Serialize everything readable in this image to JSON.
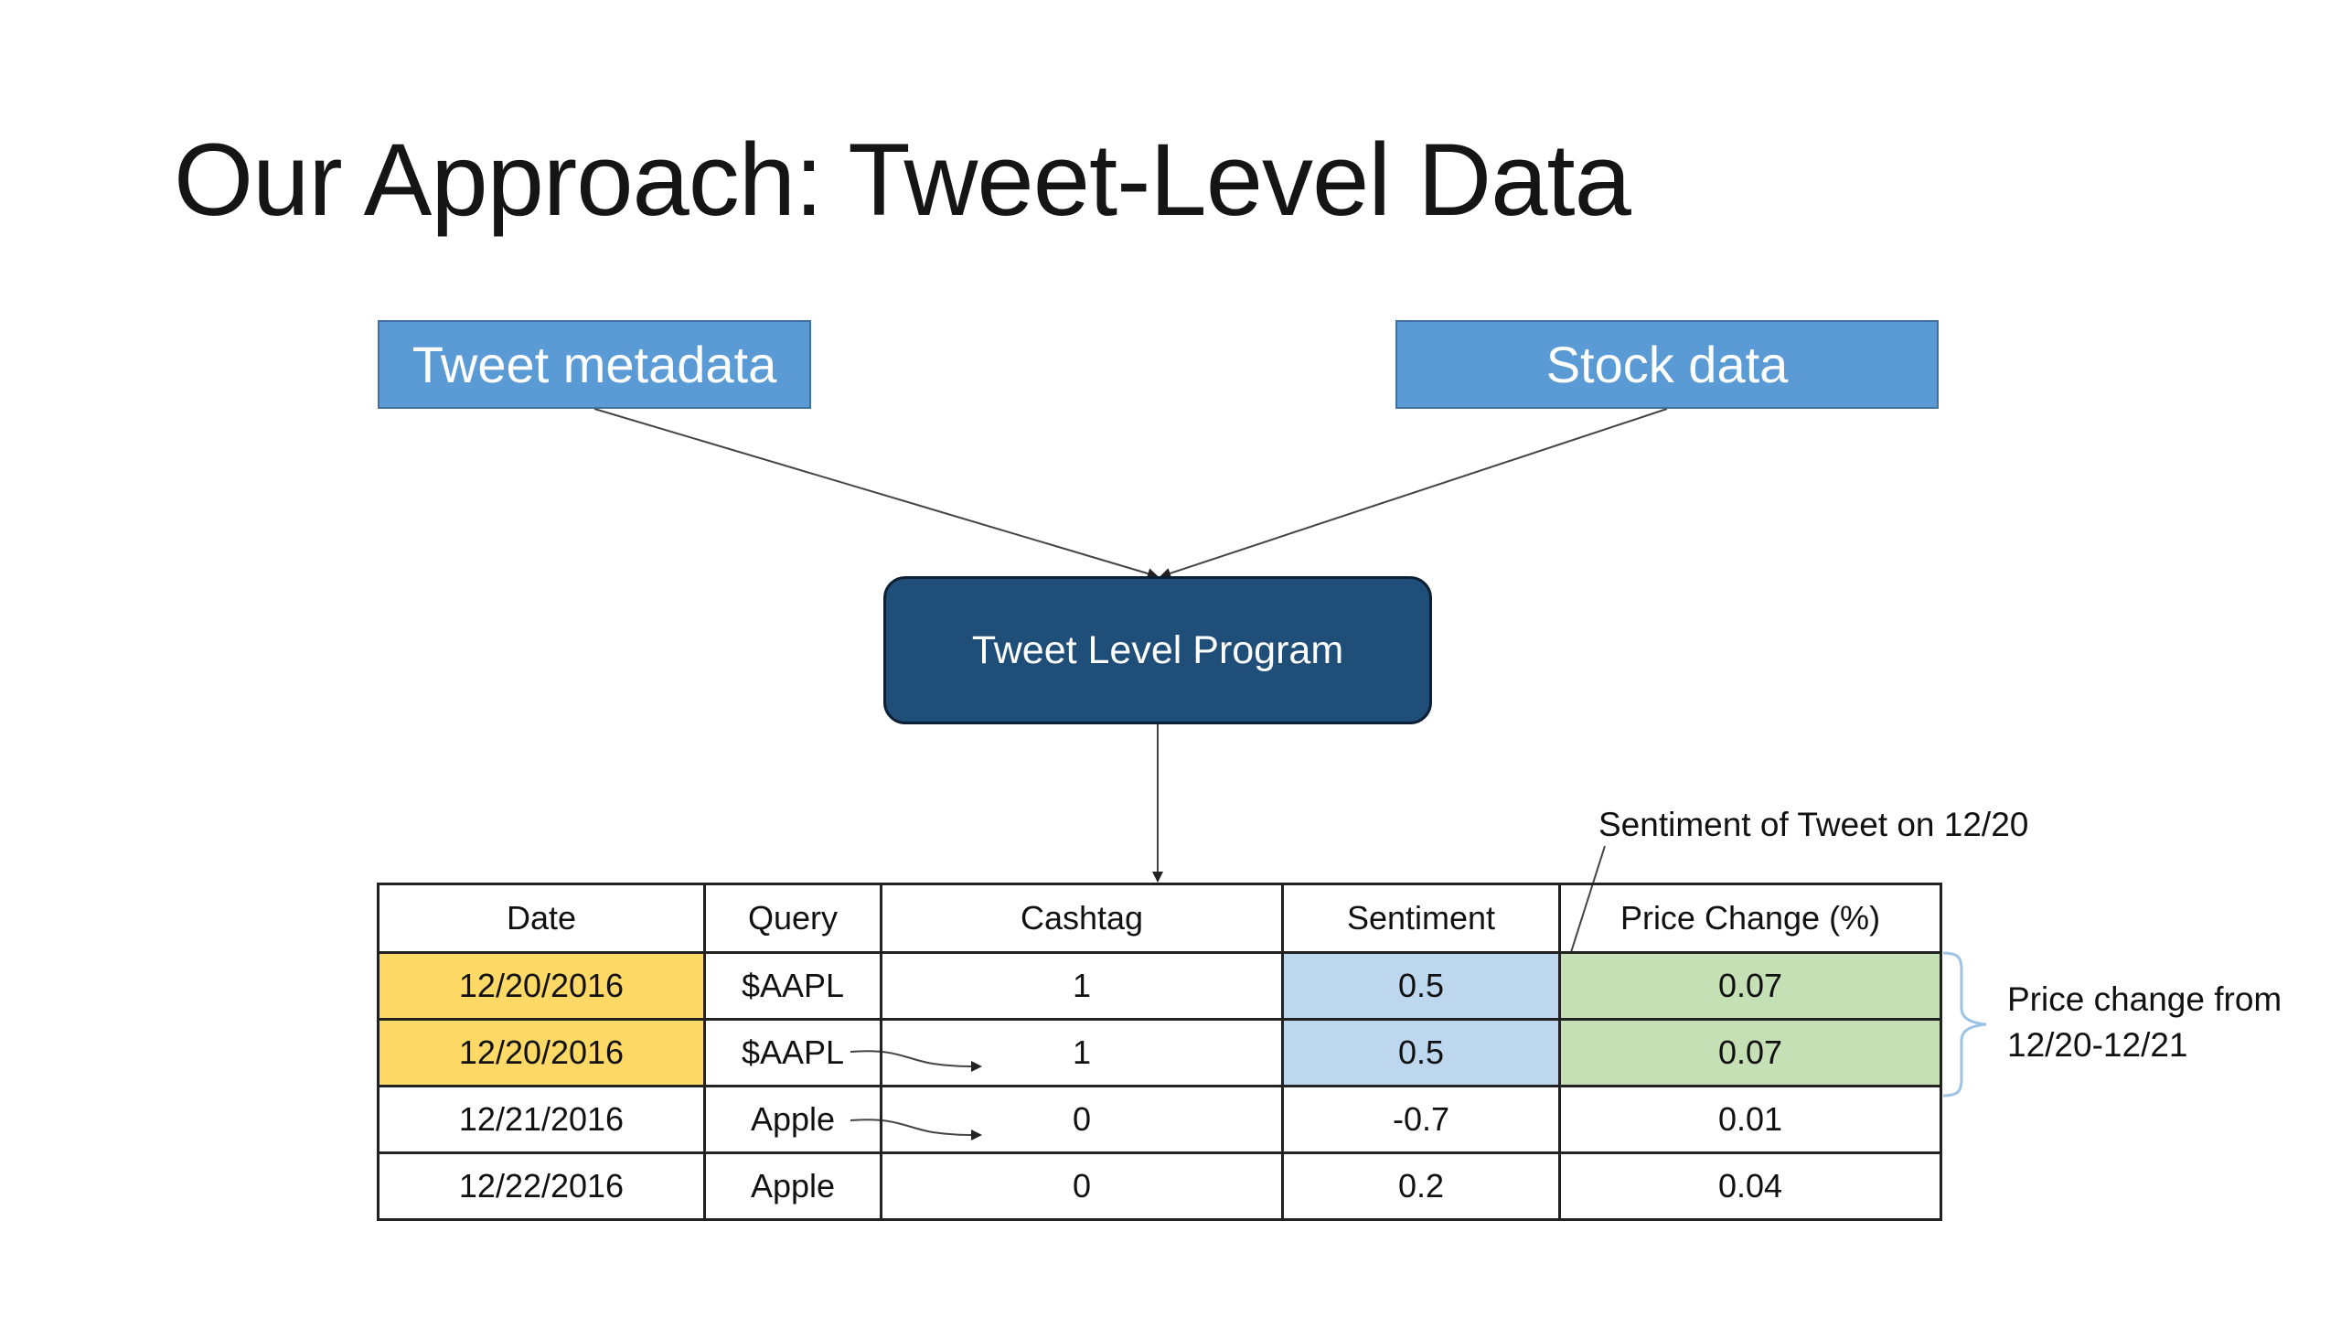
{
  "slide": {
    "title": "Our Approach: Tweet-Level Data"
  },
  "diagram": {
    "sources": [
      {
        "label": "Tweet metadata"
      },
      {
        "label": "Stock data"
      }
    ],
    "process": {
      "label": "Tweet Level Program"
    },
    "colors": {
      "source_fill": "#5b9bd5",
      "process_fill": "#1f4e79",
      "date_highlight": "#ffd966",
      "sentiment_highlight": "#bdd7ee",
      "price_highlight": "#c5e0b4",
      "brace": "#9dc3e6"
    }
  },
  "table": {
    "headers": [
      "Date",
      "Query",
      "Cashtag",
      "Sentiment",
      "Price Change (%)"
    ],
    "rows": [
      [
        "12/20/2016",
        "$AAPL",
        "1",
        "0.5",
        "0.07"
      ],
      [
        "12/20/2016",
        "$AAPL",
        "1",
        "0.5",
        "0.07"
      ],
      [
        "12/21/2016",
        "Apple",
        "0",
        "-0.7",
        "0.01"
      ],
      [
        "12/22/2016",
        "Apple",
        "0",
        "0.2",
        "0.04"
      ]
    ]
  },
  "annotations": {
    "sentiment_note": "Sentiment of Tweet on 12/20",
    "price_note_line1": "Price change from",
    "price_note_line2": "12/20-12/21"
  }
}
